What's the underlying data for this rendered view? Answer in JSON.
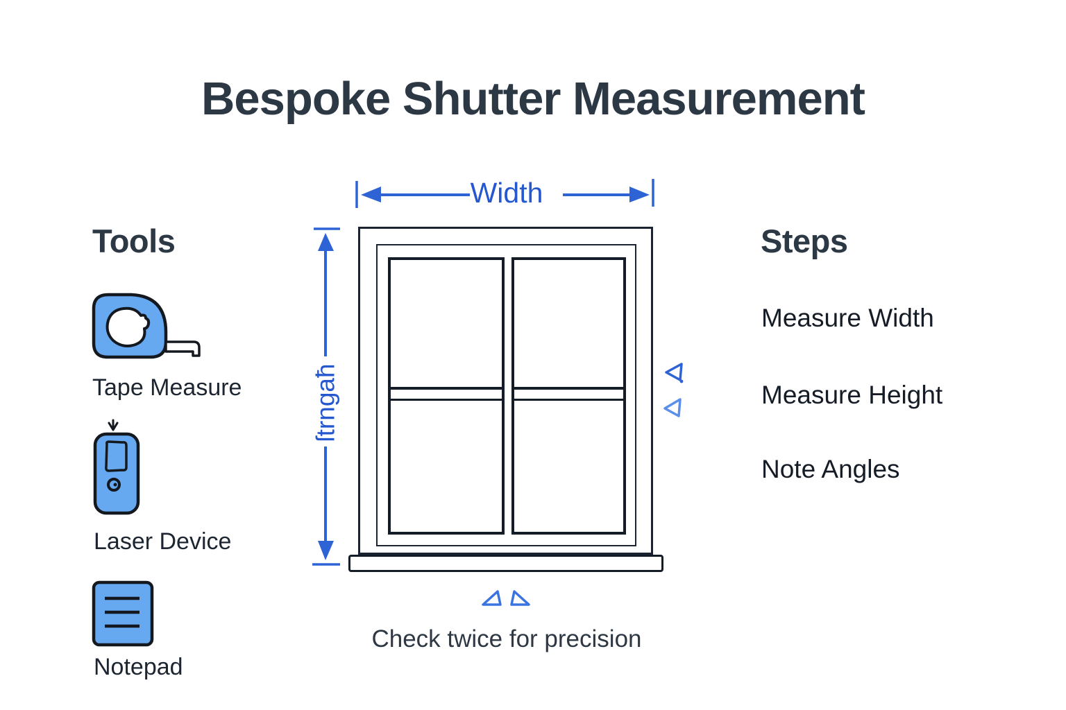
{
  "title": "Bespoke Shutter Measurement",
  "tools": {
    "heading": "Tools",
    "items": [
      {
        "label": "Tape Measure",
        "icon": "tape-measure-icon"
      },
      {
        "label": "Laser Device",
        "icon": "laser-device-icon"
      },
      {
        "label": "Notepad",
        "icon": "notepad-icon"
      }
    ]
  },
  "steps": {
    "heading": "Steps",
    "items": [
      {
        "label": "Measure Width"
      },
      {
        "label": "Measure Height"
      },
      {
        "label": "Note Angles"
      }
    ]
  },
  "diagram": {
    "width_label": "Width",
    "height_label_garbled": "ſtrngaħ",
    "caption": "Check twice for precision"
  },
  "colors": {
    "accent_blue": "#2e63d6",
    "light_blue": "#5b8fea",
    "icon_fill_blue": "#66a9f0",
    "outline_dark": "#161e2a",
    "heading_dark": "#2d3845",
    "text_dark": "#222b36",
    "background": "#ffffff"
  }
}
